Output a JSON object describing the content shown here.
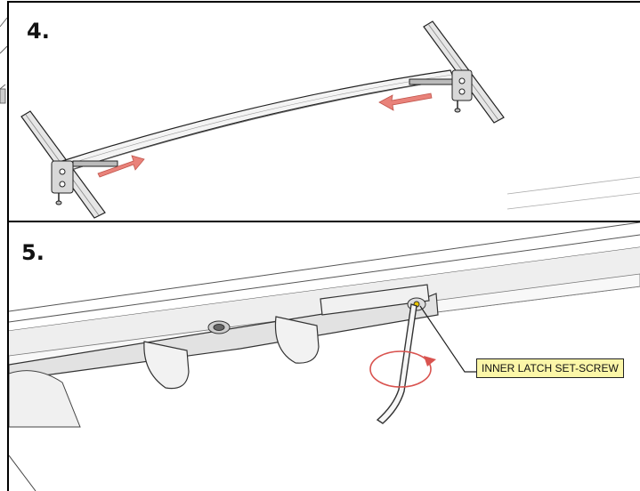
{
  "steps": [
    {
      "number": "4."
    },
    {
      "number": "5."
    }
  ],
  "callout": {
    "label": "INNER LATCH SET-SCREW"
  },
  "colors": {
    "arrow": "#e9827a",
    "callout_bg": "#fbf6a8",
    "rotation": "#d9534f"
  }
}
